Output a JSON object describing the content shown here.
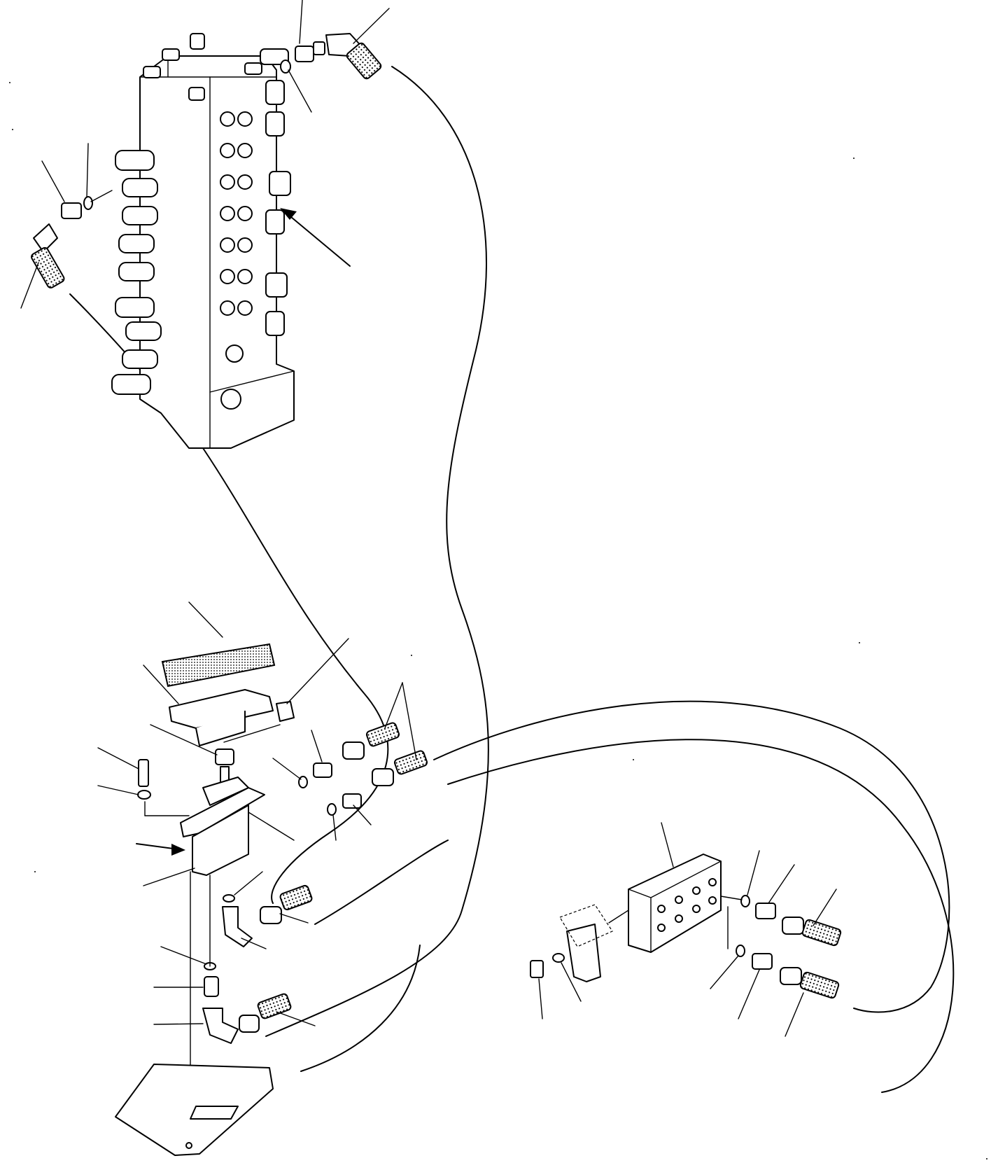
{
  "drawing": {
    "kind": "exploded parts diagram",
    "line_color": "#000000",
    "background": "#ffffff",
    "text_labels": []
  },
  "parts": [
    {
      "id": "control-valve",
      "icon": "control-valve-stack"
    },
    {
      "id": "hose-top",
      "icon": "knurled-hose-fitting"
    },
    {
      "id": "hose-left",
      "icon": "knurled-hose-fitting"
    },
    {
      "id": "pedal-cover",
      "icon": "rubber-pad"
    },
    {
      "id": "pedal",
      "icon": "pedal-plate"
    },
    {
      "id": "pedal-valve",
      "icon": "pilot-valve-block"
    },
    {
      "id": "junction-block",
      "icon": "manifold-block"
    },
    {
      "id": "mounting-bracket",
      "icon": "bracket"
    },
    {
      "id": "floor-plate",
      "icon": "base-plate"
    }
  ]
}
